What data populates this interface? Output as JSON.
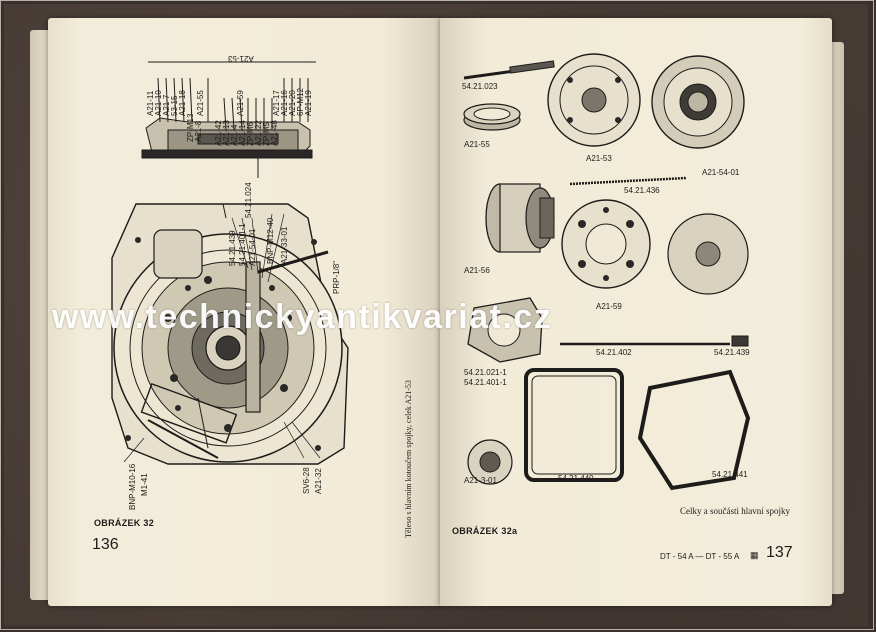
{
  "left_page": {
    "figure_caption": "OBRÁZEK 32",
    "page_number": "136",
    "side_caption": "Těleso s hlavním kotoučem spojky, celek A21-53",
    "labels": {
      "top_label": "A21-53",
      "t1": "A21-11",
      "t2": "A21-10",
      "t3": "A21-7",
      "t4": "53-15",
      "t5": "A21-18",
      "t6": "A21-55",
      "t7": "A21-59",
      "t8": "A21-17",
      "t9": "A21-16",
      "t10": "A21-20",
      "t11": "6P-M12",
      "t12": "A21-19",
      "m1": "ZP-M13",
      "m2": "A21-8",
      "m3": "A21-42",
      "m4": "A21-13",
      "m5": "A21-4",
      "m6": "A21-14",
      "m7": "ZP-M6",
      "m8": "A21-22",
      "m9": "ZP-M5",
      "m10": "A21-48",
      "m11": "54.21.024",
      "d1": "54.21.439",
      "d2": "54.21.401-1",
      "d3": "A21-54-01",
      "d4": "BNP-M12-40",
      "d5": "A21-33-01",
      "prp": "PRP-1/8\"",
      "b1": "BNP-M10-16",
      "b2": "M1-41",
      "b3": "SV6-28",
      "b4": "A21-32"
    }
  },
  "right_page": {
    "figure_caption": "OBRÁZEK 32a",
    "page_number": "137",
    "footer_text": "DT - 54 A  —  DT - 55 A",
    "caption": "Celky a součásti hlavní spojky",
    "labels": {
      "p1": "54.21.023",
      "p2": "A21-55",
      "p3": "A21-53",
      "p4": "A21-54-01",
      "p5": "54.21.436",
      "p6": "A21-56",
      "p7": "A21-59",
      "p8": "54.21.402",
      "p9": "54.21.439",
      "p10": "54.21.021-1",
      "p11": "54.21.401-1",
      "p12": "A21-3-01",
      "p13": "54.21.440",
      "p14": "54.21.441"
    }
  },
  "watermark": "www.technickyantikvariat.cz"
}
